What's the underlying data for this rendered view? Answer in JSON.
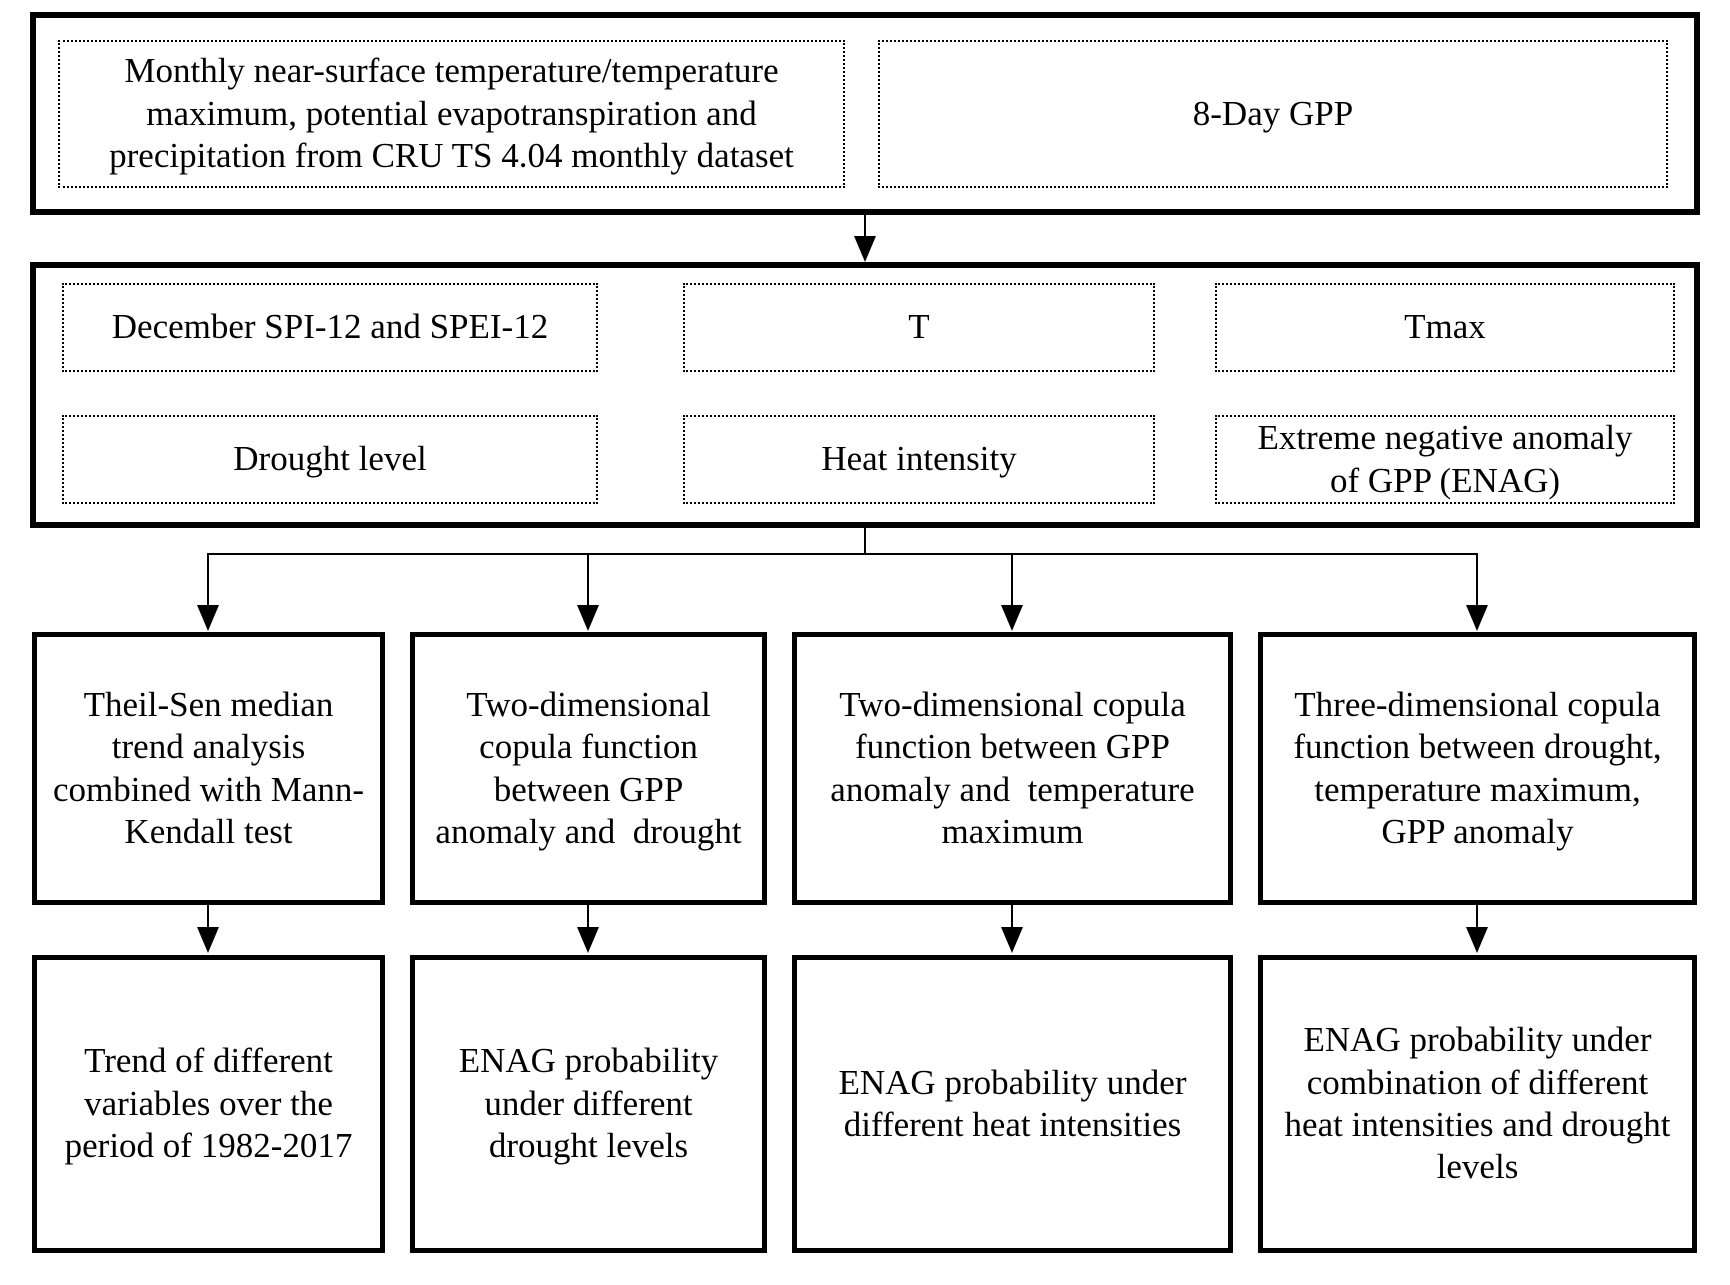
{
  "figure": {
    "background_color": "#ffffff",
    "line_color": "#000000"
  },
  "inputs": {
    "climate_dataset": "Monthly near-surface temperature/temperature\nmaximum, potential evapotranspiration and\nprecipitation from CRU TS 4.04 monthly dataset",
    "gpp": "8-Day GPP"
  },
  "derived": {
    "row1": {
      "spi": "December SPI-12 and SPEI-12",
      "t": "T",
      "tmax": "Tmax"
    },
    "row2": {
      "drought": "Drought level",
      "heat": "Heat intensity",
      "enag": "Extreme negative anomaly\nof GPP (ENAG)"
    }
  },
  "methods": [
    "Theil-Sen median\ntrend analysis\ncombined with Mann-\nKendall test",
    "Two-dimensional\ncopula function\nbetween GPP\nanomaly and  drought",
    "Two-dimensional copula\nfunction between GPP\nanomaly and  temperature\nmaximum",
    "Three-dimensional copula\nfunction between drought,\ntemperature maximum,\nGPP anomaly"
  ],
  "outputs": [
    "Trend of different\nvariables over the\nperiod of 1982-2017",
    "ENAG probability\nunder different\ndrought levels",
    "ENAG probability under\ndifferent heat intensities",
    "ENAG probability under\ncombination of different\nheat intensities and drought\nlevels"
  ]
}
